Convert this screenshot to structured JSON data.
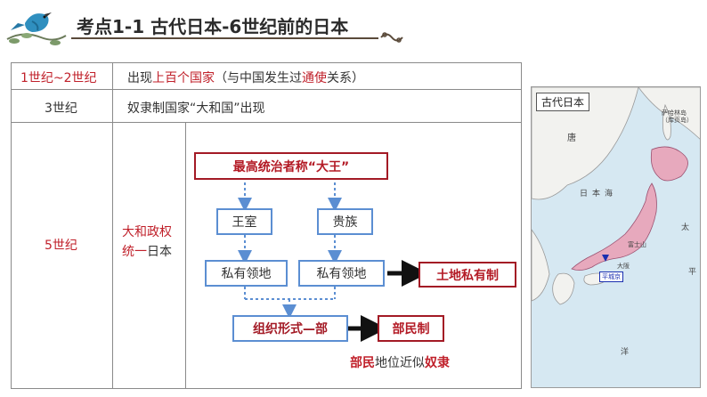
{
  "header": {
    "title": "考点1-1 古代日本-6世纪前的日本",
    "bird_icon": "bird-on-branch-icon",
    "ornament_icon": "scroll-ornament-icon"
  },
  "table": {
    "rows": [
      {
        "period": "1世纪~2世纪",
        "content_parts": [
          "出现",
          "上百个国家",
          "（与中国发生过",
          "通使",
          "关系）"
        ]
      },
      {
        "period": "3世纪",
        "content": "奴隶制国家“大和国”出现"
      },
      {
        "period": "5世纪",
        "sub_label_line1": "大和政权",
        "sub_label_line2": "统一日本"
      }
    ]
  },
  "diagram": {
    "top": "最高统治者称“大王”",
    "left_mid": "王室",
    "right_mid": "贵族",
    "left_low": "私有领地",
    "right_low": "私有领地",
    "land_result": "土地私有制",
    "org": "组织形式—部",
    "org_result": "部民制",
    "note_parts": [
      "部民",
      "地位近似",
      "奴隶"
    ]
  },
  "map": {
    "title": "古代日本",
    "labels": [
      "唐",
      "日",
      "本",
      "海",
      "太",
      "平",
      "洋",
      "萨哈林岛",
      "（库页岛）",
      "富士山",
      "大阪",
      "平城京"
    ]
  },
  "colors": {
    "accent_red": "#c0202a",
    "box_blue": "#5b8ed2",
    "land": "#e7a9bd",
    "sea": "#d6e8f2"
  }
}
